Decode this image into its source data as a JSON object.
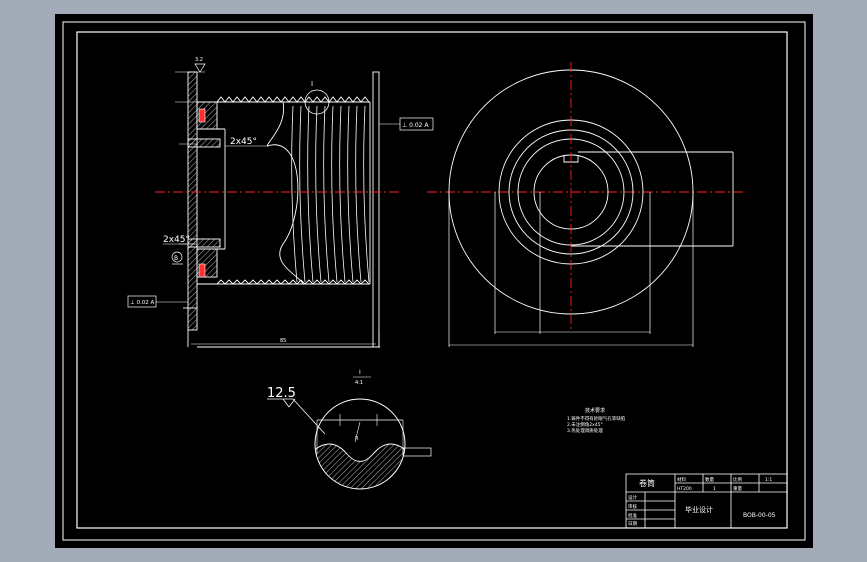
{
  "drawing": {
    "section_label": "I",
    "detail_label": "I",
    "detail_scale": "4:1",
    "roughness_value": "12.5",
    "chamfer_top": "2x45°",
    "chamfer_bottom": "2x45°",
    "datum_letter": "B",
    "tolerance_top": "⊥ 0.02 A",
    "tolerance_left": "⊥ 0.02 A",
    "dim_overall": "85"
  },
  "notes": {
    "title": "技术要求",
    "lines": [
      "1.铸件不得有砂眼气孔等缺陷",
      "2.未注倒角2x45°",
      "3.热处理调质处理"
    ]
  },
  "title_block": {
    "part_name": "卷筒",
    "project": "毕业设计",
    "drawing_no": "BOB-00-05",
    "material_label": "材料",
    "material": "HT200",
    "scale_label": "比例",
    "scale": "1:1",
    "qty_label": "数量",
    "qty": "1",
    "weight_label": "重量",
    "designer_label": "设计",
    "checker_label": "审核",
    "approver_label": "批准",
    "date_label": "日期"
  },
  "colors": {
    "background": "#a3abb8",
    "sheet": "#000000",
    "line": "#ffffff",
    "centerline": "#ff2020",
    "section_fill": "#ff3030"
  }
}
